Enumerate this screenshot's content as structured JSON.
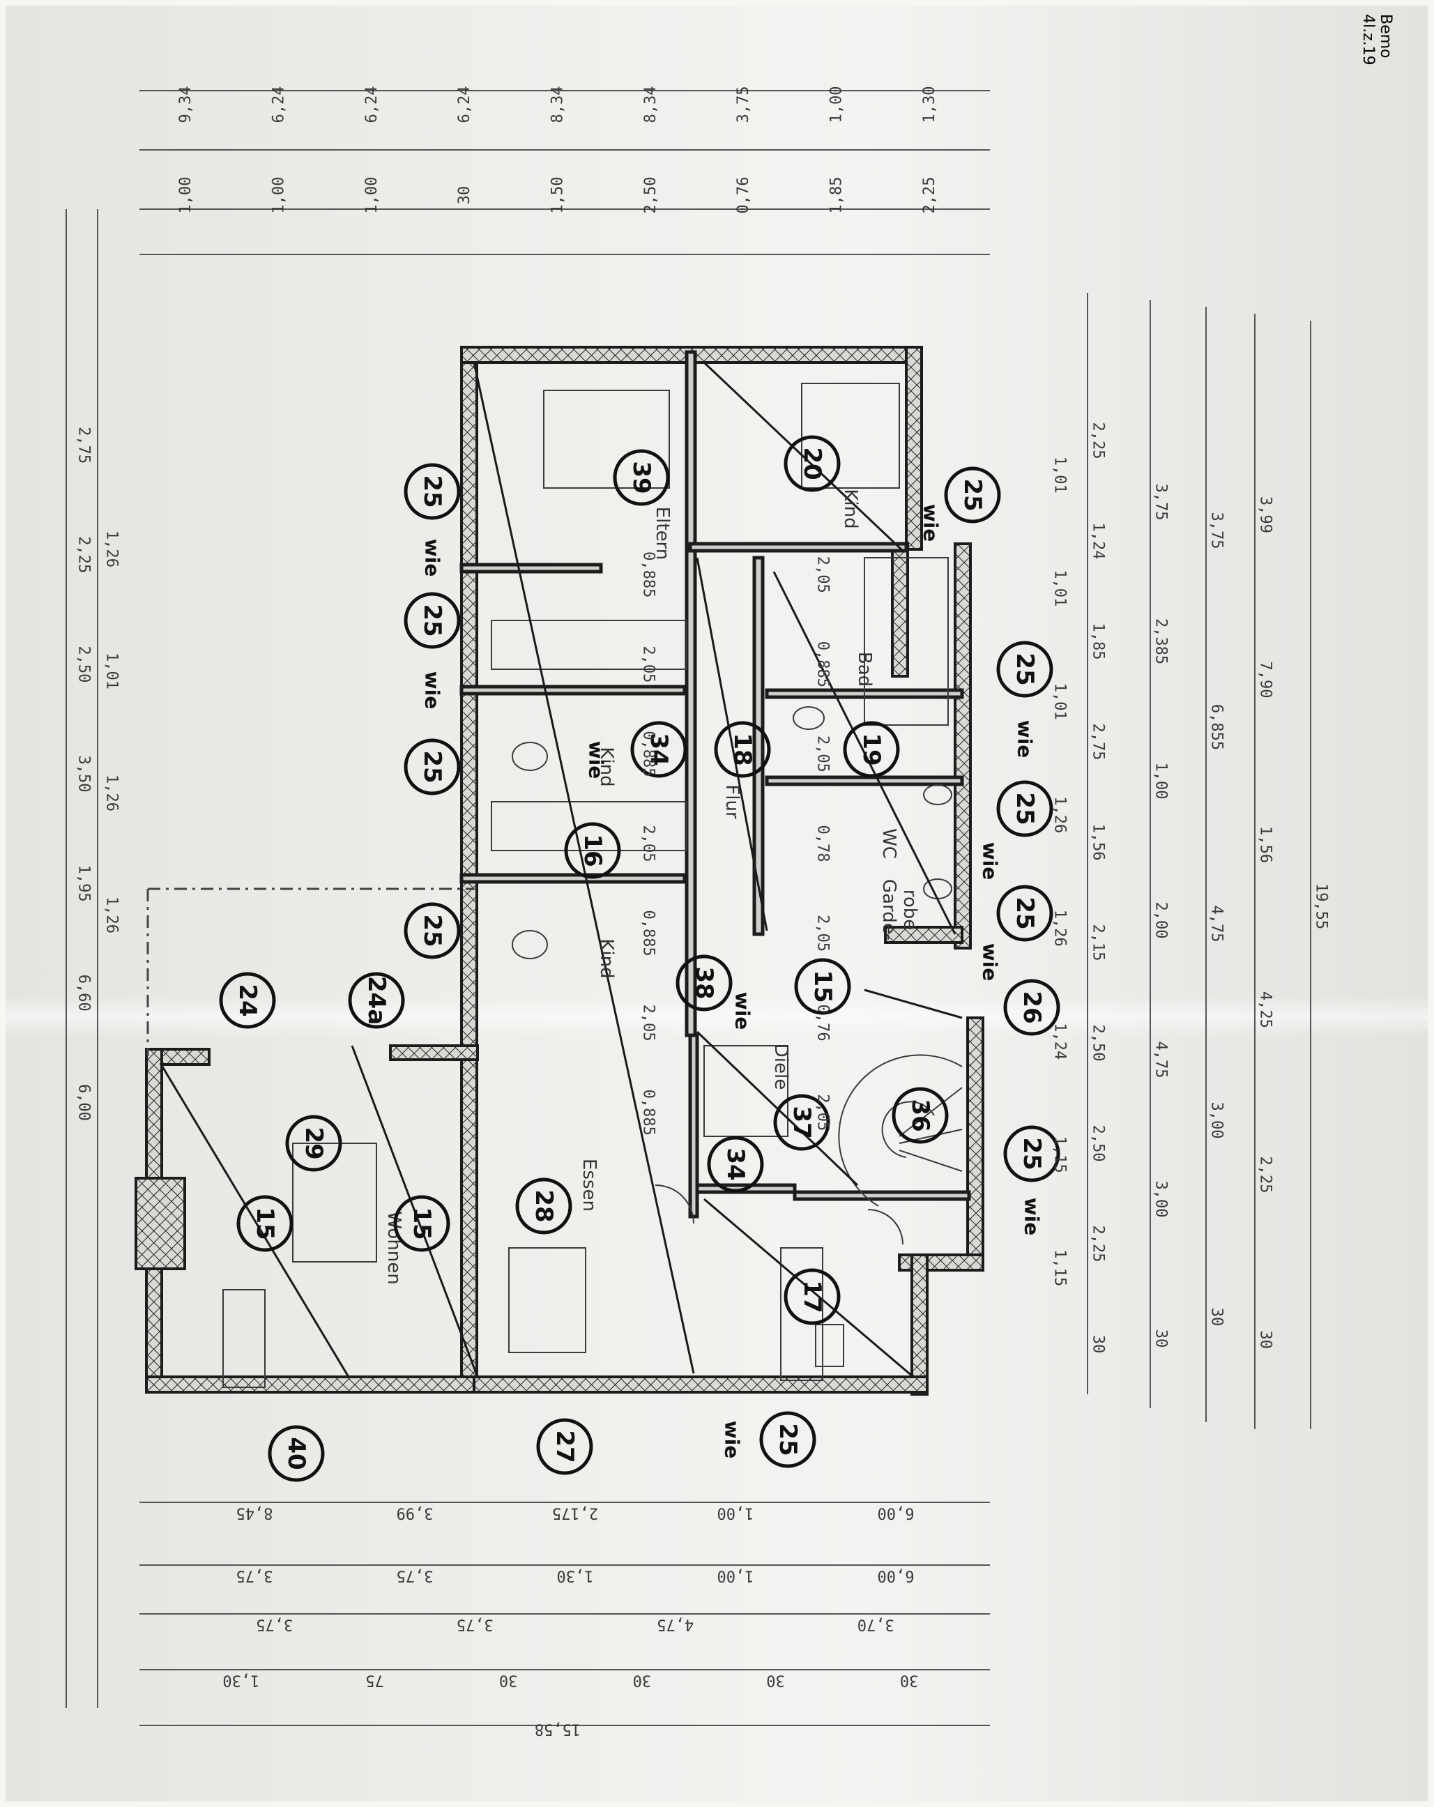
{
  "sheet": {
    "corner_note": [
      "Bemo",
      "4l.z.19"
    ]
  },
  "rooms": {
    "wohnen": "Wohnen",
    "essen": "Essen",
    "kind_1": "Kind",
    "kind_2": "Kind",
    "eltern": "Eltern",
    "kind_3": "Kind",
    "bad": "Bad",
    "wc": "WC",
    "flur": "Flur",
    "diele": "Diele",
    "garderobe": [
      "Garde-",
      "robe"
    ]
  },
  "tags": [
    {
      "id": "t-15a",
      "label": "15"
    },
    {
      "id": "t-15b",
      "label": "15"
    },
    {
      "id": "t-15c",
      "label": "15"
    },
    {
      "id": "t-24",
      "label": "24"
    },
    {
      "id": "t-24a",
      "label": "24a"
    },
    {
      "id": "t-29",
      "label": "29"
    },
    {
      "id": "t-28",
      "label": "28"
    },
    {
      "id": "t-40",
      "label": "40"
    },
    {
      "id": "t-27",
      "label": "27"
    },
    {
      "id": "t-25a",
      "label": "25"
    },
    {
      "id": "t-25b",
      "label": "25"
    },
    {
      "id": "t-25c",
      "label": "25"
    },
    {
      "id": "t-25d",
      "label": "25"
    },
    {
      "id": "t-25e",
      "label": "25"
    },
    {
      "id": "t-25f",
      "label": "25"
    },
    {
      "id": "t-25g",
      "label": "25"
    },
    {
      "id": "t-25h",
      "label": "25"
    },
    {
      "id": "t-25i",
      "label": "25"
    },
    {
      "id": "t-25j",
      "label": "25"
    },
    {
      "id": "t-16",
      "label": "16"
    },
    {
      "id": "t-34a",
      "label": "34"
    },
    {
      "id": "t-34b",
      "label": "34"
    },
    {
      "id": "t-39",
      "label": "39"
    },
    {
      "id": "t-20",
      "label": "20"
    },
    {
      "id": "t-18",
      "label": "18"
    },
    {
      "id": "t-19",
      "label": "19"
    },
    {
      "id": "t-38",
      "label": "38"
    },
    {
      "id": "t-37",
      "label": "37"
    },
    {
      "id": "t-36",
      "label": "36"
    },
    {
      "id": "t-17",
      "label": "17"
    },
    {
      "id": "t-26",
      "label": "26"
    }
  ],
  "notes": {
    "wie": "wie"
  },
  "dimensions": {
    "top_chain": [
      "2,75",
      "2,25",
      "2,50",
      "3,50",
      "1,95",
      "6,60",
      "6,00"
    ],
    "top_sub": [
      "1,26",
      "1,01",
      "1,26",
      "1,26"
    ],
    "left_chain": [
      "9,34",
      "6,24",
      "6,24",
      "6,24",
      "8,34",
      "8,34",
      "3,75",
      "1,00",
      "1,30",
      "1,00",
      "1,00",
      "1,00",
      "30",
      "1,50",
      "2,50",
      "0,76",
      "1,85",
      "2,25"
    ],
    "right_chain_1": [
      "2,25",
      "1,24",
      "1,85",
      "2,75",
      "1,56",
      "2,15",
      "2,50",
      "2,50",
      "2,25",
      "30"
    ],
    "right_chain_2": [
      "3,75",
      "2,385",
      "1,00",
      "2,00",
      "4,75",
      "3,00",
      "30"
    ],
    "right_chain_3": [
      "3,75",
      "6,855",
      "4,75",
      "3,00",
      "30"
    ],
    "right_chain_4": [
      "3,99",
      "7,90",
      "1,56",
      "4,25",
      "2,25",
      "30"
    ],
    "right_total": "19,55",
    "bottom_chain": [
      "8,45",
      "3,99",
      "2,175",
      "1,00",
      "6,00",
      "3,75",
      "3,75",
      "1,30",
      "1,00",
      "6,00",
      "3,75",
      "3,75",
      "4,75",
      "3,70",
      "1,30",
      "75",
      "30",
      "30",
      "30",
      "30"
    ],
    "bottom_total": "15,58",
    "openings": [
      "0,885",
      "2,05",
      "0,885",
      "2,05",
      "0,885",
      "2,05",
      "0,885",
      "2,05",
      "0,885",
      "2,05",
      "0,78",
      "2,05",
      "0,76",
      "2,05"
    ],
    "misc": [
      "1,01",
      "1,01",
      "1,01",
      "1,26",
      "1,26",
      "1,24",
      "1,15",
      "1,15"
    ]
  }
}
